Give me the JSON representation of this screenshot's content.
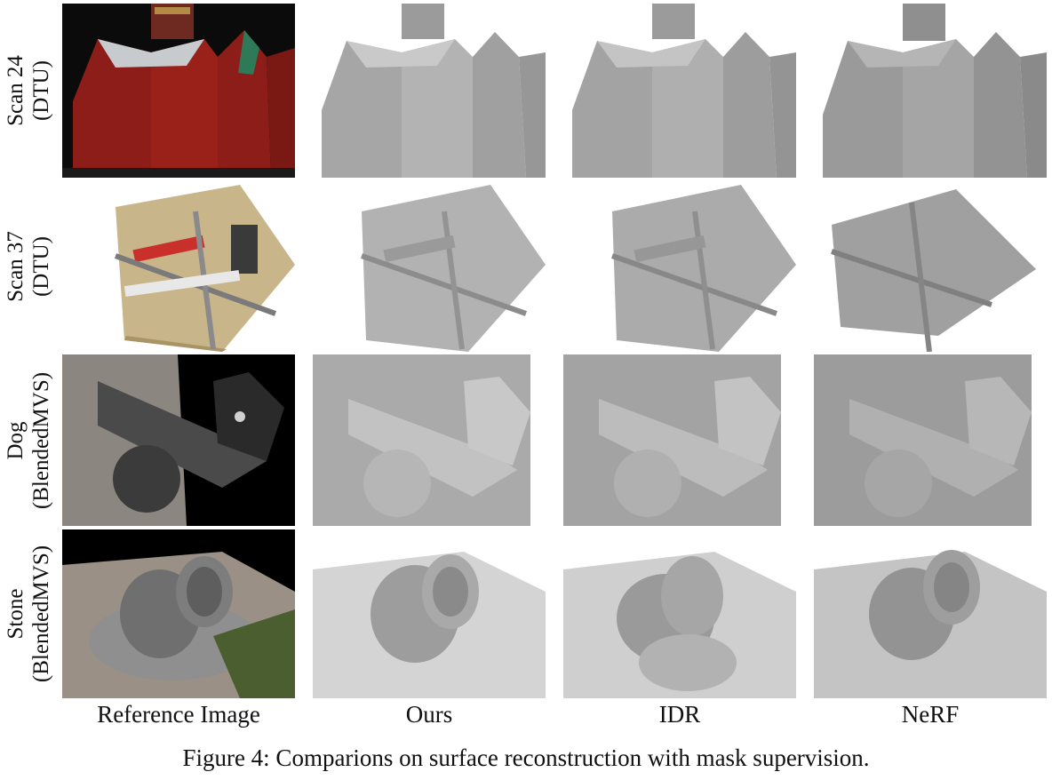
{
  "rows": [
    {
      "line1": "Scan 24",
      "line2": "(DTU)"
    },
    {
      "line1": "Scan 37",
      "line2": "(DTU)"
    },
    {
      "line1": "Dog",
      "line2": "(BlendedMVS)"
    },
    {
      "line1": "Stone",
      "line2": "(BlendedMVS)"
    }
  ],
  "columns": [
    "Reference Image",
    "Ours",
    "IDR",
    "NeRF"
  ],
  "caption": "Figure 4: Comparions on surface reconstruction with mask supervision.",
  "colors": {
    "building_red": "#8c1d18",
    "roof_gray": "#bfc3c6",
    "render_gray": "#a9a9a9",
    "paving": "#9a9086"
  }
}
